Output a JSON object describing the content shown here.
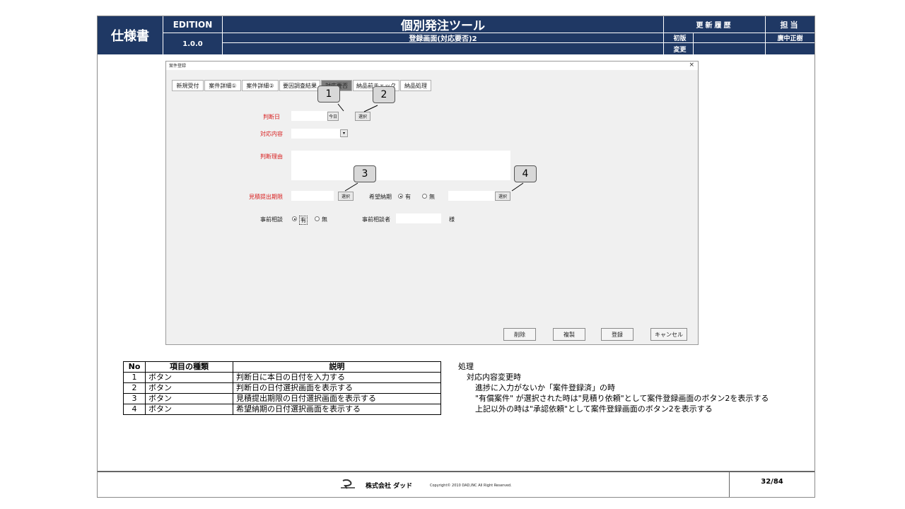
{
  "header": {
    "spec_label": "仕様書",
    "edition_label": "EDITION",
    "version": "1.0.0",
    "tool_title": "個別発注ツール",
    "screen_title": "登録画面(対応要否)2",
    "history_label": "更新履歴",
    "first_edition_label": "初版",
    "change_label": "変更",
    "owner_label": "担当",
    "owner_name": "廣中正樹"
  },
  "dialog": {
    "title": "案件登録",
    "close": "×",
    "tabs": [
      "新規受付",
      "案件詳細①",
      "案件詳細②",
      "要因調査結果",
      "対応要否",
      "納品前チェック",
      "納品処理"
    ],
    "selected_tab": 4,
    "fields": {
      "judge_date_label": "判断日",
      "today_button": "今日",
      "select_button_1": "選択",
      "response_label": "対応内容",
      "reason_label": "判断理由",
      "estimate_deadline_label": "見積提出期限",
      "select_button_3": "選択",
      "desired_delivery_label": "希望納期",
      "radio_yes": "有",
      "radio_no": "無",
      "select_button_4": "選択",
      "prior_consult_label": "事前相談",
      "consult_yes": "有",
      "consult_no": "無",
      "consultant_label": "事前相談者",
      "honorific": "様"
    },
    "buttons": {
      "delete": "削除",
      "copy": "複製",
      "register": "登録",
      "cancel": "キャンセル"
    }
  },
  "callouts": [
    "1",
    "2",
    "3",
    "4"
  ],
  "table": {
    "headers": [
      "No",
      "項目の種類",
      "説明"
    ],
    "rows": [
      [
        "1",
        "ボタン",
        "判断日に本日の日付を入力する"
      ],
      [
        "2",
        "ボタン",
        "判断日の日付選択画面を表示する"
      ],
      [
        "3",
        "ボタン",
        "見積提出期限の日付選択画面を表示する"
      ],
      [
        "4",
        "ボタン",
        "希望納期の日付選択画面を表示する"
      ]
    ]
  },
  "notes": {
    "title": "処理",
    "line1": "対応内容変更時",
    "line2": "進捗に入力がないか「案件登録済」の時",
    "line3": "\"有償案件\" が選択された時は\"見積り依頼\"として案件登録画面のボタン2を表示する",
    "line4": "上記以外の時は\"承認依頼\"として案件登録画面のボタン2を表示する"
  },
  "footer": {
    "company": "株式会社 ダッド",
    "copyright": "Copyright© 2010 DAD,INC All Right Reserved.",
    "page": "32/84"
  },
  "colors": {
    "header_bg": "#1f3864",
    "required_label": "#d81e1e"
  }
}
